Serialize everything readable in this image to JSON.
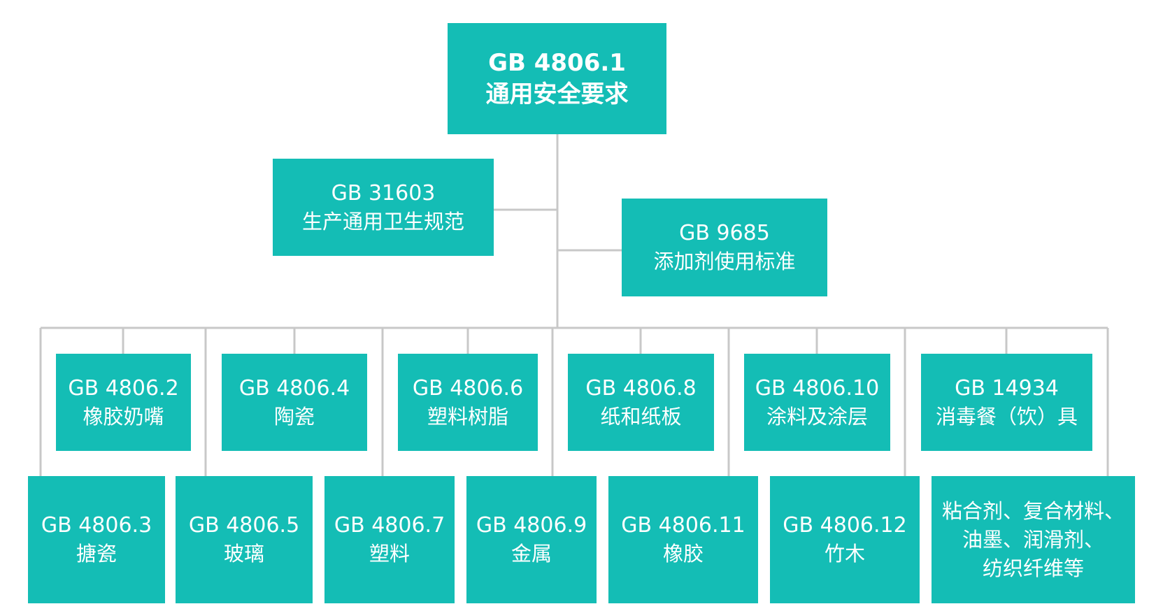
{
  "colors": {
    "node_fill": "#14bdb5",
    "node_text": "#ffffff",
    "connector": "#c8c8c8"
  },
  "root": {
    "code": "GB 4806.1",
    "name": "通用安全要求"
  },
  "side_nodes": [
    {
      "code": "GB 31603",
      "name": "生产通用卫生规范"
    },
    {
      "code": "GB 9685",
      "name": "添加剂使用标准"
    }
  ],
  "upper_row": [
    {
      "code": "GB 4806.2",
      "name": "橡胶奶嘴"
    },
    {
      "code": "GB 4806.4",
      "name": "陶瓷"
    },
    {
      "code": "GB 4806.6",
      "name": "塑料树脂"
    },
    {
      "code": "GB 4806.8",
      "name": "纸和纸板"
    },
    {
      "code": "GB 4806.10",
      "name": "涂料及涂层"
    },
    {
      "code": "GB 14934",
      "name": "消毒餐（饮）具"
    }
  ],
  "lower_row": [
    {
      "code": "GB 4806.3",
      "name": "搪瓷"
    },
    {
      "code": "GB 4806.5",
      "name": "玻璃"
    },
    {
      "code": "GB 4806.7",
      "name": "塑料"
    },
    {
      "code": "GB 4806.9",
      "name": "金属"
    },
    {
      "code": "GB 4806.11",
      "name": "橡胶"
    },
    {
      "code": "GB 4806.12",
      "name": "竹木"
    }
  ],
  "others_node": {
    "lines": [
      "粘合剂、复合材料、",
      "油墨、润滑剂、",
      "纺织纤维等"
    ]
  }
}
